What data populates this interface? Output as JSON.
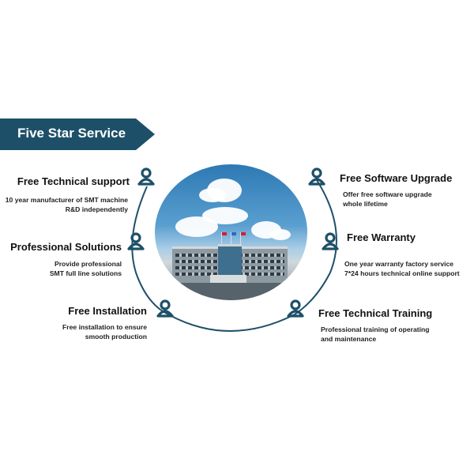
{
  "banner": {
    "title": "Five Star Service"
  },
  "services": [
    {
      "title": "Free Technical support",
      "lines": [
        "10 year manufacturer of SMT machine",
        "R&D independently"
      ]
    },
    {
      "title": "Professional Solutions",
      "lines": [
        "Provide professional",
        "SMT full line solutions"
      ]
    },
    {
      "title": "Free Installation",
      "lines": [
        "Free installation to ensure",
        "smooth production"
      ]
    },
    {
      "title": "Free Software Upgrade",
      "lines": [
        "Offer free software upgrade",
        "whole lifetime"
      ]
    },
    {
      "title": "Free Warranty",
      "lines": [
        "One year warranty factory service",
        "7*24 hours technical online support"
      ]
    },
    {
      "title": "Free Technical Training",
      "lines": [
        "Professional training of operating",
        "and maintenance"
      ]
    }
  ],
  "colors": {
    "accent": "#1d5068",
    "text": "#111111"
  },
  "icons": [
    "person-icon"
  ]
}
